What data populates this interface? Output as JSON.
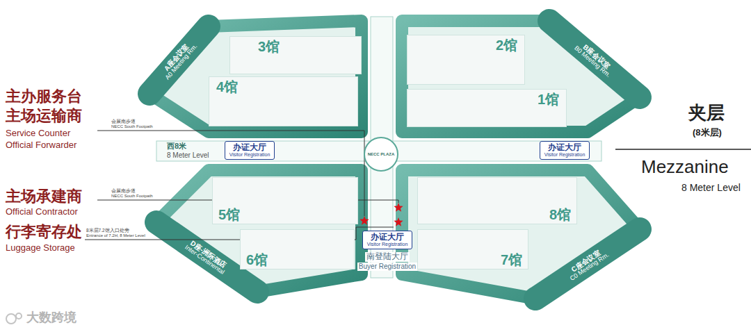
{
  "diagram": {
    "nodes": [
      {
        "text": [
          "A座会议室",
          "A0 Meeting Rm."
        ]
      },
      {
        "text": [
          "3馆"
        ]
      },
      {
        "text": [
          "4馆"
        ]
      },
      {
        "text": [
          "B座会议室",
          "B0 Meeting Rm."
        ]
      },
      {
        "text": [
          "2馆"
        ]
      },
      {
        "text": [
          "1馆"
        ]
      },
      {
        "text": [
          "办证大厅",
          "Visitor Registration"
        ]
      },
      {
        "text": [
          "NECC PLAZA"
        ]
      },
      {
        "text": [
          "办证大厅",
          "Visitor Registration"
        ]
      },
      {
        "text": [
          "5馆"
        ]
      },
      {
        "text": [
          "6馆"
        ]
      },
      {
        "text": [
          "D座-洲际酒店",
          "Inter-Continental"
        ]
      },
      {
        "text": [
          "8馆"
        ]
      },
      {
        "text": [
          "7馆"
        ]
      },
      {
        "text": [
          "C座会议室",
          "C0 Meeting Rm."
        ]
      },
      {
        "text": [
          "办证大厅",
          "Visitor Registration"
        ]
      }
    ],
    "labels": [
      "主办服务台",
      "主场运输商",
      "Service Counter",
      "Official Forwarder",
      "会展南步道",
      "NECC South Footpath",
      "主场承建商",
      "Official Contractor",
      "会展南步道",
      "NECC South Footpath",
      "行李寄存处",
      "Luggage Storage",
      "8米层7.2馆入口处旁",
      "Entrance of 7.2H, 8 Meter Level",
      "西8米",
      "8 Meter Level",
      "南登陆大厅",
      "Buyer Registration",
      "夹层",
      "(8米层)",
      "Mezzanine",
      "8 Meter Level",
      "大数跨境"
    ]
  }
}
